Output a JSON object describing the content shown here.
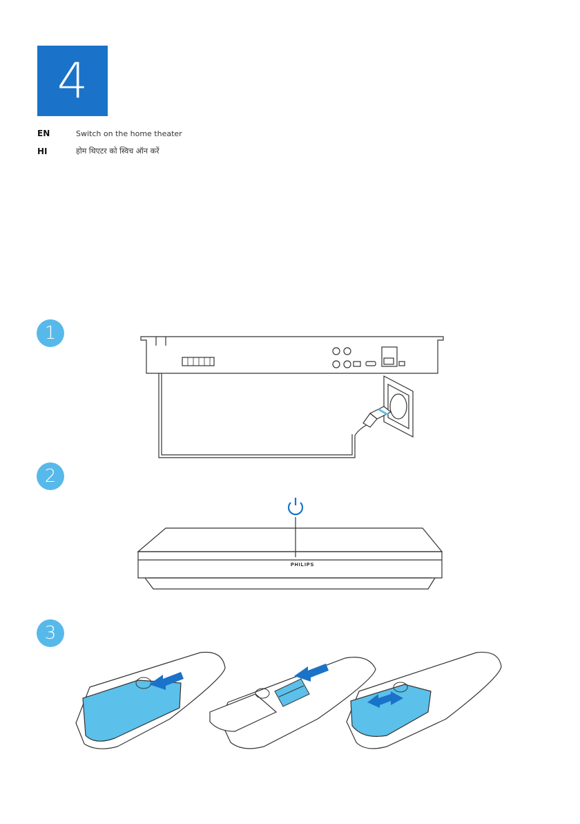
{
  "step_number": "4",
  "instructions": [
    {
      "code": "EN",
      "text": "Switch on the home theater"
    },
    {
      "code": "HI",
      "text": "होम थिएटर को स्विच ऑन करें"
    }
  ],
  "substeps": [
    "1",
    "2",
    "3"
  ],
  "device_brand": "PHILIPS",
  "colors": {
    "step_box": "#1a73c8",
    "badge": "#57b9ea",
    "highlight": "#5bc0ea",
    "arrow": "#1a73c8"
  }
}
